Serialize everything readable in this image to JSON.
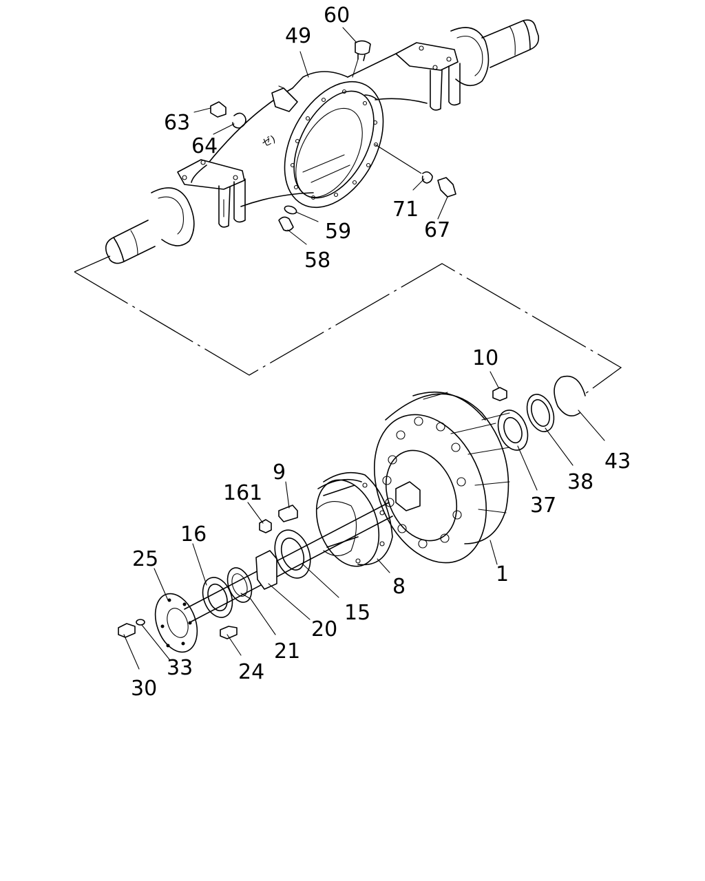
{
  "diagram": {
    "callouts": [
      {
        "id": "60",
        "text": "60"
      },
      {
        "id": "49",
        "text": "49"
      },
      {
        "id": "63",
        "text": "63"
      },
      {
        "id": "64",
        "text": "64"
      },
      {
        "id": "71",
        "text": "71"
      },
      {
        "id": "67",
        "text": "67"
      },
      {
        "id": "59",
        "text": "59"
      },
      {
        "id": "58",
        "text": "58"
      },
      {
        "id": "10",
        "text": "10"
      },
      {
        "id": "43",
        "text": "43"
      },
      {
        "id": "38",
        "text": "38"
      },
      {
        "id": "37",
        "text": "37"
      },
      {
        "id": "9",
        "text": "9"
      },
      {
        "id": "161",
        "text": "161"
      },
      {
        "id": "16",
        "text": "16"
      },
      {
        "id": "25",
        "text": "25"
      },
      {
        "id": "1",
        "text": "1"
      },
      {
        "id": "8",
        "text": "8"
      },
      {
        "id": "15",
        "text": "15"
      },
      {
        "id": "20",
        "text": "20"
      },
      {
        "id": "21",
        "text": "21"
      },
      {
        "id": "24",
        "text": "24"
      },
      {
        "id": "33",
        "text": "33"
      },
      {
        "id": "30",
        "text": "30"
      }
    ]
  }
}
